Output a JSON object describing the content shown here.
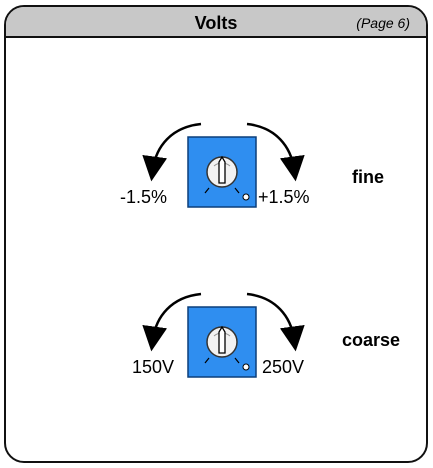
{
  "header": {
    "title": "Volts",
    "page_ref": "(Page 6)"
  },
  "colors": {
    "panel_bg": "#ffffff",
    "header_bg": "#c8c8c8",
    "knob_square": "#2f8ef0",
    "border": "#111111"
  },
  "controls": [
    {
      "name": "fine",
      "min_label": "-1.5%",
      "max_label": "+1.5%",
      "icon": "rotary-knob-icon"
    },
    {
      "name": "coarse",
      "min_label": "150V",
      "max_label": "250V",
      "icon": "rotary-knob-icon"
    }
  ]
}
